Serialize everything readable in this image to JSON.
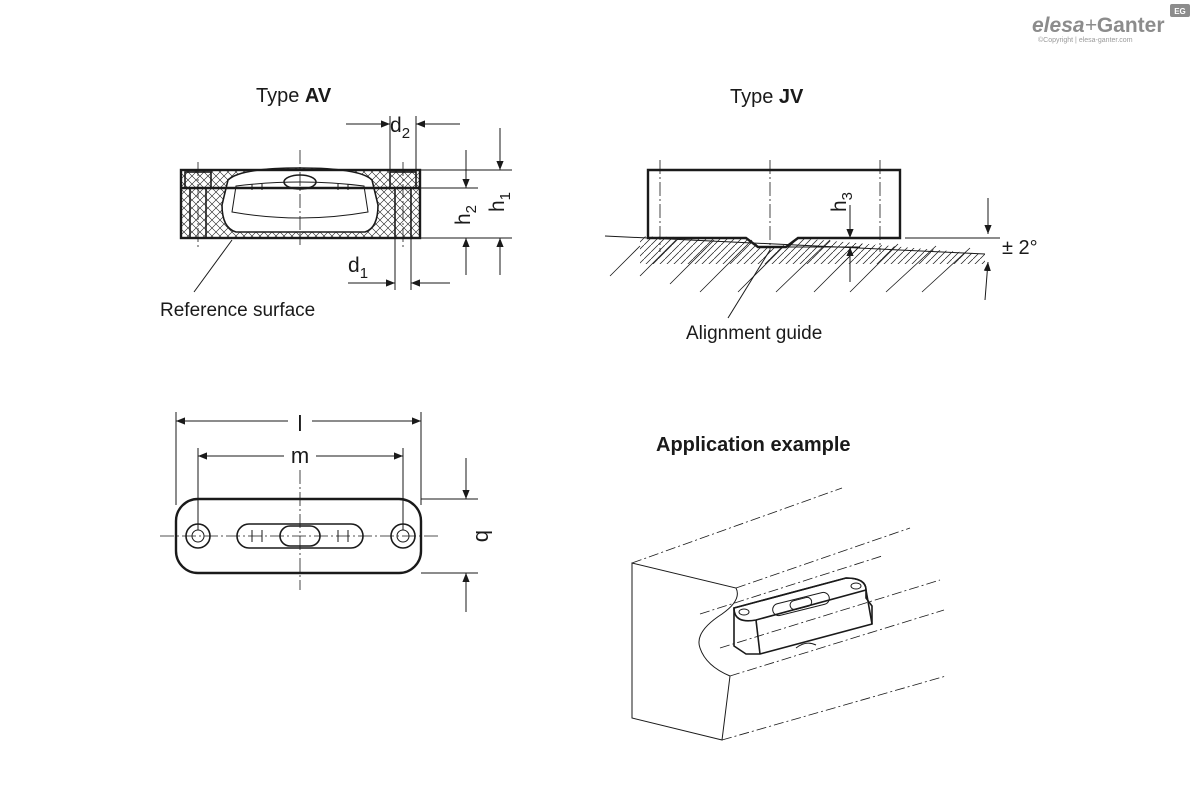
{
  "logo": {
    "brand_a": "elesa",
    "plus": "+",
    "brand_b": "Ganter",
    "badge": "EG",
    "copyright": "©Copyright | elesa-ganter.com"
  },
  "views": {
    "av": {
      "prefix": "Type ",
      "code": "AV",
      "reference_surface": "Reference surface",
      "d2": "d",
      "d2_sub": "2",
      "d1": "d",
      "d1_sub": "1",
      "h2": "h",
      "h2_sub": "2",
      "h1": "h",
      "h1_sub": "1"
    },
    "jv": {
      "prefix": "Type ",
      "code": "JV",
      "h3": "h",
      "h3_sub": "3",
      "tilt": "± 2°",
      "alignment_guide": "Alignment guide"
    },
    "top": {
      "l": "l",
      "m": "m",
      "b": "b"
    },
    "app": {
      "title": "Application example"
    }
  },
  "colors": {
    "line": "#1a1a1a",
    "logo": "#8c8c8c"
  }
}
